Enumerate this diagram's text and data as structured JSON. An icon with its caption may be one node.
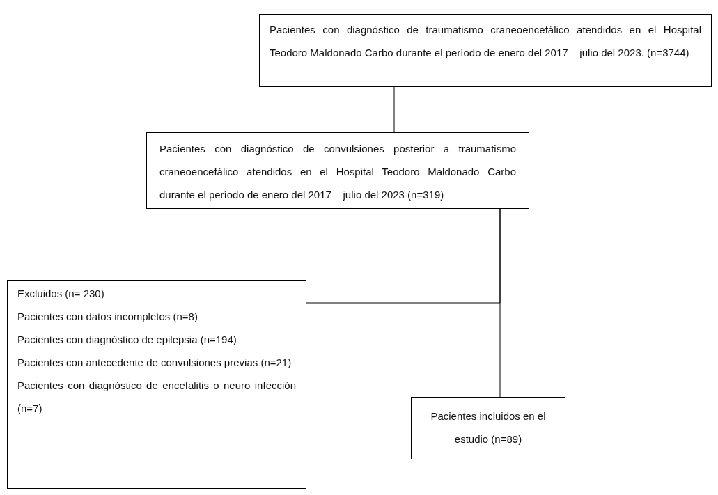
{
  "diagram": {
    "nodes": [
      {
        "text": [
          "Pacientes con diagnóstico de traumatismo craneoencefálico atendidos en el Hospital Teodoro Maldonado Carbo durante el período de enero del 2017 – julio del 2023. (n=3744)"
        ]
      },
      {
        "text": [
          "Pacientes con diagnóstico de convulsiones posterior a traumatismo craneoencefálico atendidos en el Hospital Teodoro Maldonado Carbo durante el período de enero del 2017 – julio del 2023 (n=319)"
        ]
      },
      {
        "text": [
          "Excluidos (n= 230)",
          "Pacientes con datos incompletos (n=8)",
          "Pacientes con diagnóstico de epilepsia (n=194)",
          "Pacientes con antecedente de convulsiones previas (n=21)",
          "Pacientes con diagnóstico de encefalitis o neuro infección (n=7)"
        ]
      },
      {
        "text": [
          "Pacientes incluidos en el estudio (n=89)"
        ]
      }
    ],
    "edges": [
      {
        "from": 0,
        "to": 1,
        "arrow": "none"
      },
      {
        "from": 1,
        "to": 2,
        "arrow": "none"
      },
      {
        "from": 1,
        "to": 3,
        "arrow": "none"
      }
    ]
  }
}
